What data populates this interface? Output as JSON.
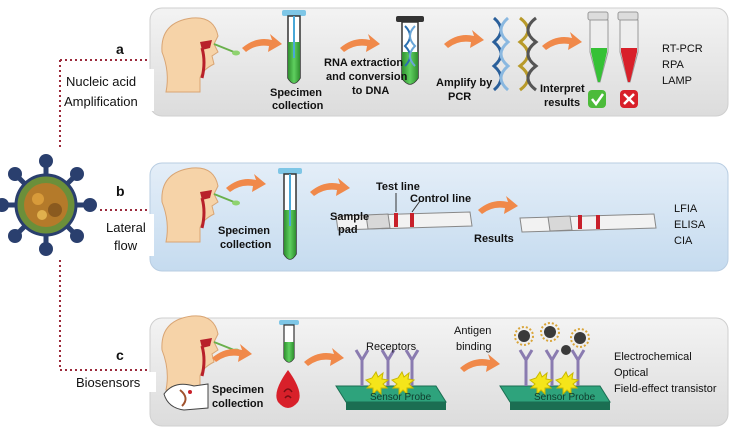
{
  "colors": {
    "panel_a": "#e9e9e9",
    "panel_b": "#d4e6f5",
    "panel_c": "#e9e9e9",
    "arrow": "#f0894a",
    "dotted": "#9b2a3b",
    "tube_green": "#3aa83a",
    "sensor": "#1f8f6a",
    "red": "#cc1f2a"
  },
  "panel_a": {
    "letter": "a",
    "category_line1": "Nucleic acid",
    "category_line2": "Amplification",
    "step1_line1": "Specimen",
    "step1_line2": "collection",
    "step2_line1": "RNA extraction",
    "step2_line2": "and conversion",
    "step2_line3": "to DNA",
    "step3_line1": "Amplify by",
    "step3_line2": "PCR",
    "step4_line1": "Interpret",
    "step4_line2": "results",
    "methods": [
      "RT-PCR",
      "RPA",
      "LAMP"
    ]
  },
  "panel_b": {
    "letter": "b",
    "category_line1": "Lateral",
    "category_line2": "flow",
    "step1_line1": "Specimen",
    "step1_line2": "collection",
    "test_line": "Test line",
    "control_line": "Control line",
    "sample_pad_line1": "Sample",
    "sample_pad_line2": "pad",
    "results": "Results",
    "methods": [
      "LFIA",
      "ELISA",
      "CIA"
    ]
  },
  "panel_c": {
    "letter": "c",
    "category": "Biosensors",
    "step1_line1": "Specimen",
    "step1_line2": "collection",
    "receptors": "Receptors",
    "antigen_line1": "Antigen",
    "antigen_line2": "binding",
    "sensor_probe": "Sensor Probe",
    "methods": [
      "Electrochemical",
      "Optical",
      "Field-effect transistor"
    ]
  }
}
